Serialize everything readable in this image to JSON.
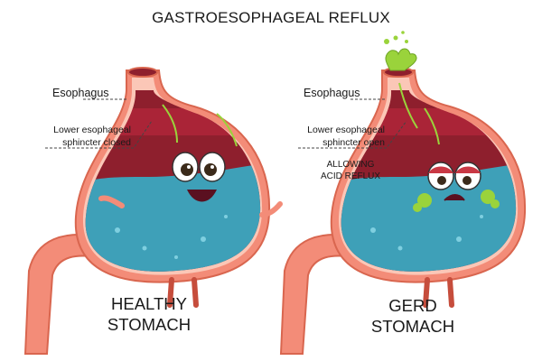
{
  "title": "GASTROESOPHAGEAL REFLUX",
  "colors": {
    "wall_outer": "#f38c78",
    "wall_inner": "#fbc7b7",
    "stomach_dark": "#8e1f2d",
    "mucosa": "#b2263a",
    "acid": "#3ea0b8",
    "acid_light": "#7fcfe0",
    "reflux_green": "#9ad33b",
    "leader_line": "#444444"
  },
  "healthy": {
    "esophagus_label": "Esophagus",
    "sphincter_label_line1": "Lower esophageal",
    "sphincter_label_line2": "sphincter closed",
    "name_line1": "HEALTHY",
    "name_line2": "STOMACH"
  },
  "gerd": {
    "esophagus_label": "Esophagus",
    "sphincter_label_line1": "Lower esophageal",
    "sphincter_label_line2": "sphincter open",
    "note_line1": "ALLOWING",
    "note_line2": "ACID REFLUX",
    "name_line1": "GERD",
    "name_line2": "STOMACH"
  }
}
